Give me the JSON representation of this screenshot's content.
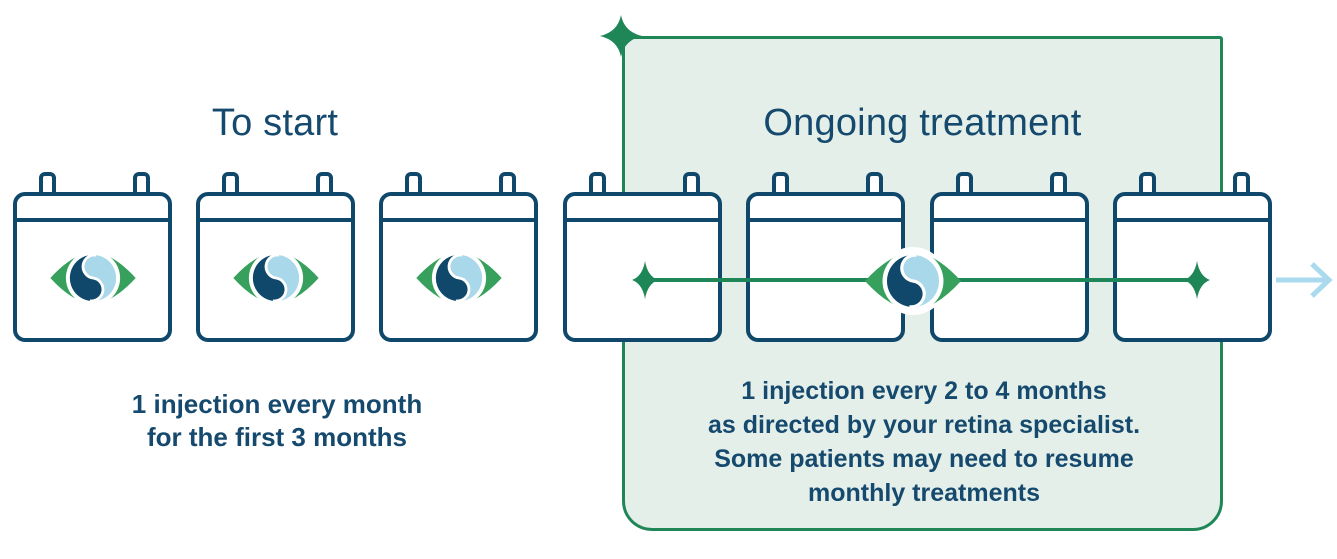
{
  "diagram": {
    "sections": [
      {
        "id": "start",
        "title": "To start",
        "calendar_count": 3,
        "caption_lines": [
          "1 injection every month",
          "for the first 3 months"
        ]
      },
      {
        "id": "ongoing",
        "title": "Ongoing treatment",
        "calendar_count": 4,
        "caption_lines": [
          "1 injection every 2 to 4 months",
          "as directed by your retina specialist.",
          "Some patients may need to resume",
          "monthly treatments"
        ]
      }
    ],
    "icons": [
      "calendar-icon",
      "eye-swirl-logo-icon",
      "sparkle-icon",
      "diamond-marker-icon",
      "right-arrow-icon"
    ]
  },
  "colors": {
    "navy": "#10486B",
    "text_navy": "#15496D",
    "green": "#1F8757",
    "logo_green": "#36A05C",
    "logo_blue": "#A9D8EA",
    "arrow_blue": "#ABDAEE",
    "box_fill": "#E4EFE9"
  }
}
